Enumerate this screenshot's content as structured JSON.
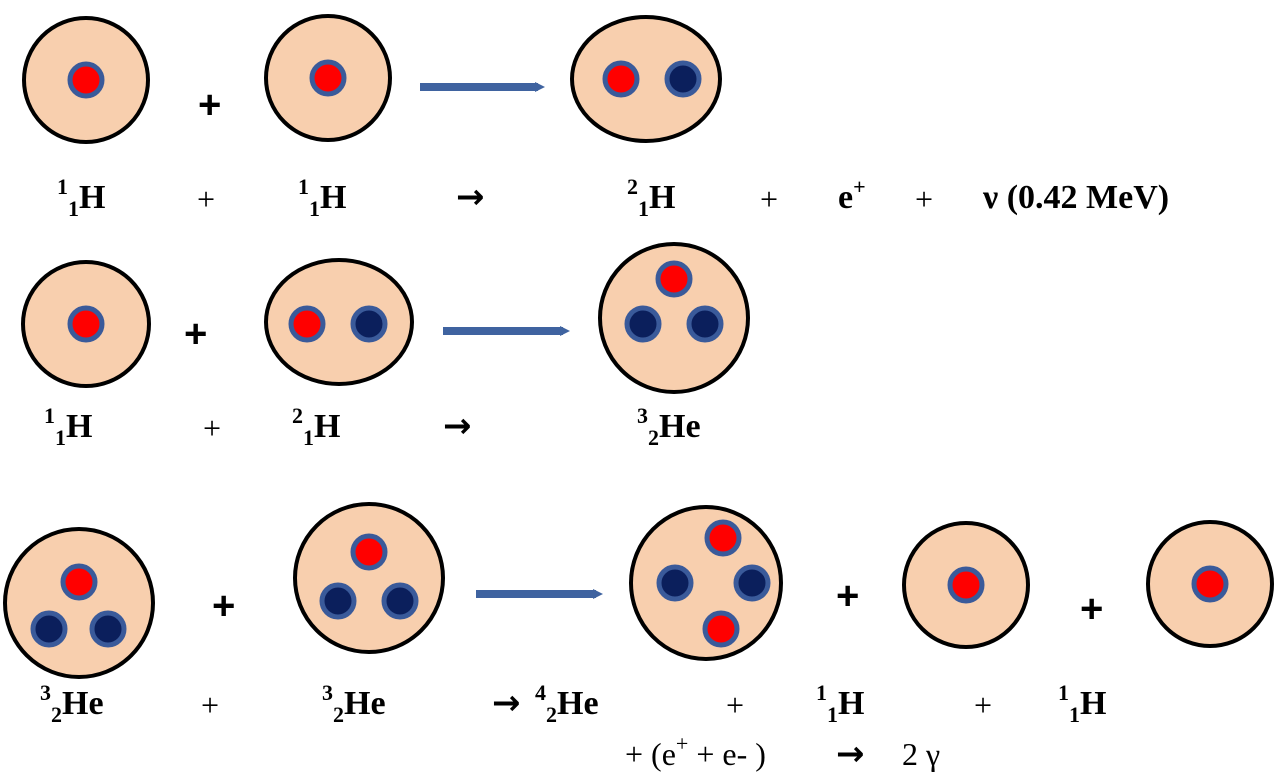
{
  "colors": {
    "nucleus_fill": "#F8CFAE",
    "nucleus_stroke": "#000000",
    "proton_fill": "#FF0000",
    "proton_ring": "#3A5A9A",
    "neutron_fill": "#0B1F5C",
    "neutron_ring": "#3A5A9A",
    "arrow": "#3F63A0"
  },
  "symbols": {
    "plus": "+",
    "arrow": "→"
  },
  "row1": {
    "reactant1": {
      "mass": "1",
      "atomic": "1",
      "element": "H"
    },
    "reactant2": {
      "mass": "1",
      "atomic": "1",
      "element": "H"
    },
    "product": {
      "mass": "2",
      "atomic": "1",
      "element": "H"
    },
    "positron": {
      "base": "e",
      "charge": "+"
    },
    "neutrino": "ν (0.42 MeV)"
  },
  "row2": {
    "reactant1": {
      "mass": "1",
      "atomic": "1",
      "element": "H"
    },
    "reactant2": {
      "mass": "2",
      "atomic": "1",
      "element": "H"
    },
    "product": {
      "mass": "3",
      "atomic": "2",
      "element": "He"
    }
  },
  "row3": {
    "reactant1": {
      "mass": "3",
      "atomic": "2",
      "element": "He"
    },
    "reactant2": {
      "mass": "3",
      "atomic": "2",
      "element": "He"
    },
    "product": {
      "mass": "4",
      "atomic": "2",
      "element": "He"
    },
    "byproduct1": {
      "mass": "1",
      "atomic": "1",
      "element": "H"
    },
    "byproduct2": {
      "mass": "1",
      "atomic": "1",
      "element": "H"
    },
    "annihilation": {
      "open": "+ (e",
      "pos_charge": "+",
      "mid": " + e- )",
      "result": "2 γ"
    }
  }
}
